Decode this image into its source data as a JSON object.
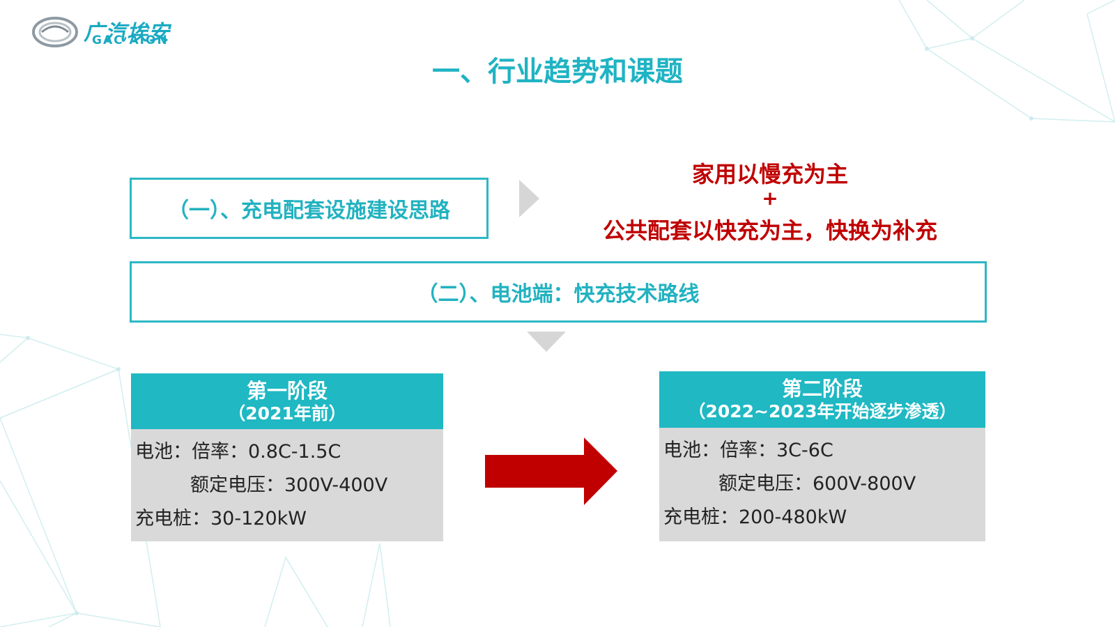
{
  "logo": {
    "cn": "广汽埃安",
    "en": "GAC AION"
  },
  "title": "一、行业趋势和课题",
  "box1": {
    "text": "（一）、充电配套设施建设思路"
  },
  "box2": {
    "text": "（二）、电池端：快充技术路线"
  },
  "conclusion": {
    "line1": "家用以慢充为主",
    "plus": "+",
    "line2": "公共配套以快充为主，快换为补充"
  },
  "stage1": {
    "name": "第一阶段",
    "period": "（2021年前）",
    "line1": "电池：倍率：0.8C-1.5C",
    "line2": "额定电压：300V-400V",
    "line3": "充电桩：30-120kW"
  },
  "stage2": {
    "name": "第二阶段",
    "period": "（2022~2023年开始逐步渗透）",
    "line1": "电池：倍率：3C-6C",
    "line2": "额定电压：600V-800V",
    "line3": "充电桩：200-480kW"
  },
  "colors": {
    "teal": "#1fb8c3",
    "red": "#c00000",
    "arrow_red": "#c00000",
    "gray_fill": "#d9d9d9",
    "triangle_gray": "#d6d6d6"
  },
  "icons": {
    "logo": "gac-aion-logo-icon",
    "arrow_right": "arrow-right-icon",
    "triangle_right": "triangle-right-icon",
    "triangle_down": "triangle-down-icon"
  }
}
